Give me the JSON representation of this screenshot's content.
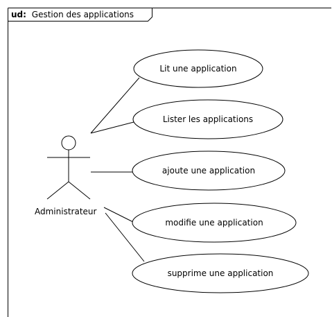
{
  "diagram": {
    "frame": {
      "keyword": "ud:",
      "title": "Gestion des applications"
    },
    "actor": {
      "name": "Administrateur"
    },
    "use_cases": [
      {
        "label": "Lit une application"
      },
      {
        "label": "Lister les applications"
      },
      {
        "label": "ajoute une application"
      },
      {
        "label": "modifie une application"
      },
      {
        "label": "supprime une application"
      }
    ]
  }
}
